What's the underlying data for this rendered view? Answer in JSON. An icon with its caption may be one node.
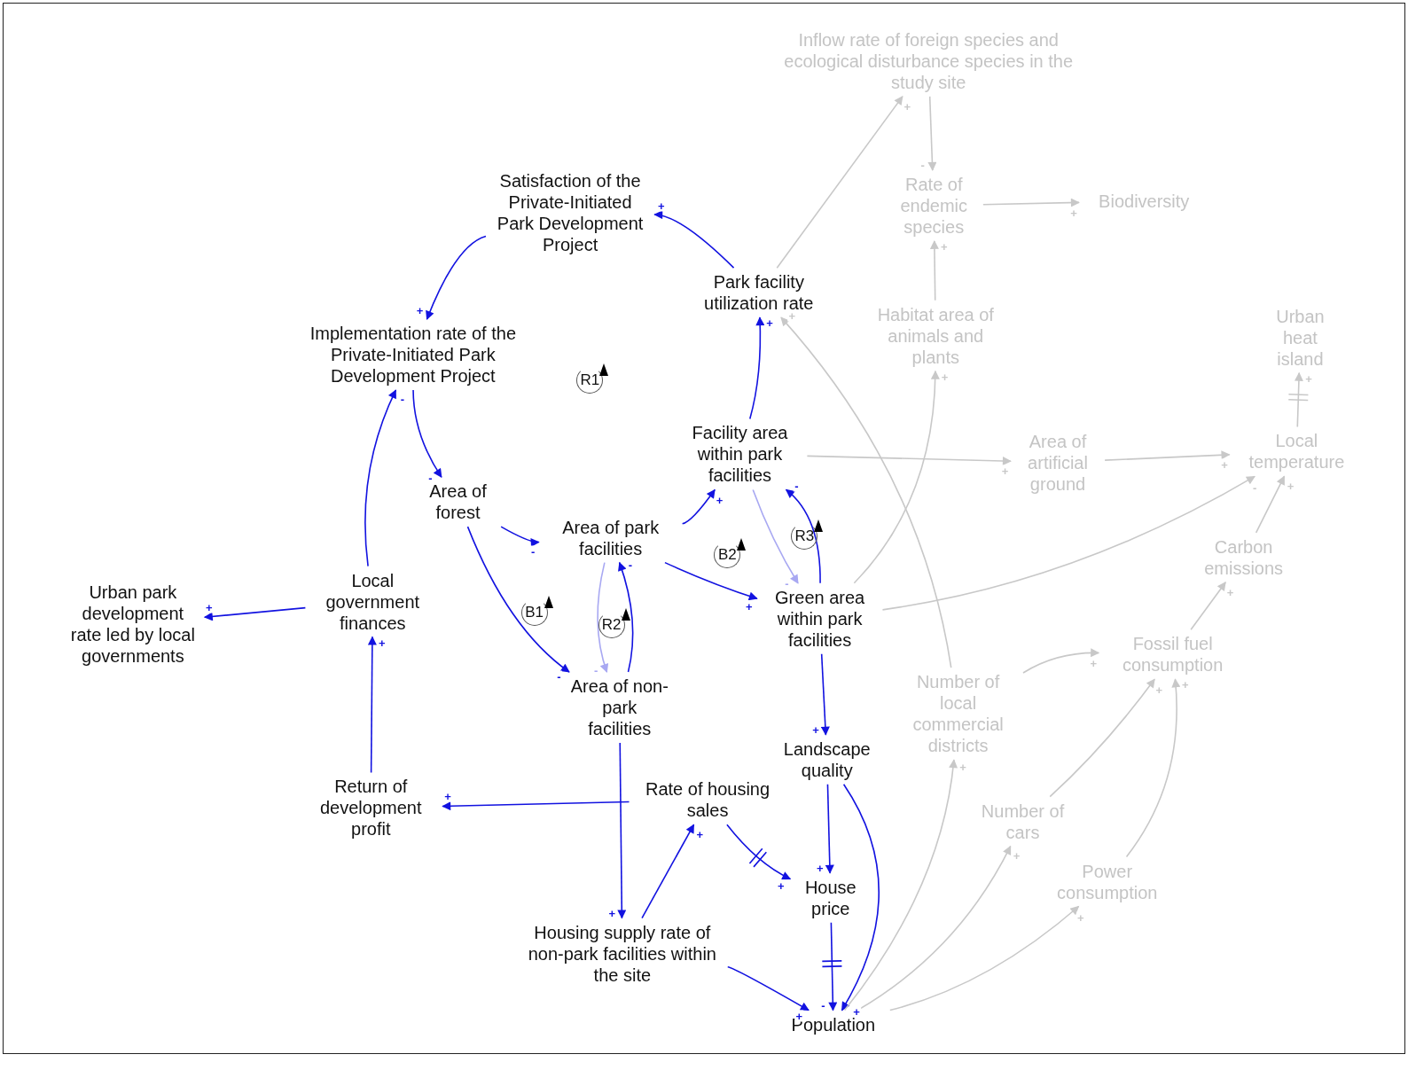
{
  "diagram": {
    "nodes": [
      {
        "text": [
          "Satisfaction of the Private-Initiated Park Development Project"
        ]
      },
      {
        "text": [
          "Implementation rate of the Private-Initiated Park Development Project"
        ]
      },
      {
        "text": [
          "Area of forest"
        ]
      },
      {
        "text": [
          "Area of park facilities"
        ]
      },
      {
        "text": [
          "Area of non-park facilities"
        ]
      },
      {
        "text": [
          "Local government finances"
        ]
      },
      {
        "text": [
          "Urban park development rate led by local governments"
        ]
      },
      {
        "text": [
          "Return of development profit"
        ]
      },
      {
        "text": [
          "Rate of housing sales"
        ]
      },
      {
        "text": [
          "Housing supply rate of non-park facilities within the site"
        ]
      },
      {
        "text": [
          "Park facility utilization rate"
        ]
      },
      {
        "text": [
          "Facility area within park facilities"
        ]
      },
      {
        "text": [
          "Green area within park facilities"
        ]
      },
      {
        "text": [
          "Landscape quality"
        ]
      },
      {
        "text": [
          "House price"
        ]
      },
      {
        "text": [
          "Population"
        ]
      },
      {
        "text": [
          "Inflow rate of foreign species and ecological disturbance species in the study site"
        ]
      },
      {
        "text": [
          "Rate of endemic species"
        ]
      },
      {
        "text": [
          "Biodiversity"
        ]
      },
      {
        "text": [
          "Habitat area of animals and plants"
        ]
      },
      {
        "text": [
          "Urban heat island"
        ]
      },
      {
        "text": [
          "Area of artificial ground"
        ]
      },
      {
        "text": [
          "Local temperature"
        ]
      },
      {
        "text": [
          "Carbon emissions"
        ]
      },
      {
        "text": [
          "Fossil fuel consumption"
        ]
      },
      {
        "text": [
          "Number of local commercial districts"
        ]
      },
      {
        "text": [
          "Number of cars"
        ]
      },
      {
        "text": [
          "Power consumption"
        ]
      }
    ],
    "edges": [
      {
        "from": 0,
        "to": 1,
        "arrow": "to",
        "label": "+"
      },
      {
        "from": 10,
        "to": 0,
        "arrow": "to",
        "label": "+"
      },
      {
        "from": 11,
        "to": 10,
        "arrow": "to",
        "label": "+"
      },
      {
        "from": 3,
        "to": 11,
        "arrow": "to",
        "label": "+"
      },
      {
        "from": 12,
        "to": 11,
        "arrow": "to",
        "label": "-"
      },
      {
        "from": 11,
        "to": 12,
        "arrow": "to",
        "label": "-",
        "color": "#a8a8f2"
      },
      {
        "from": 1,
        "to": 2,
        "arrow": "to",
        "label": "-"
      },
      {
        "from": 5,
        "to": 1,
        "arrow": "to",
        "label": "-"
      },
      {
        "from": 2,
        "to": 3,
        "arrow": "to",
        "label": "-"
      },
      {
        "from": 2,
        "to": 4,
        "arrow": "to",
        "label": "-"
      },
      {
        "from": 3,
        "to": 4,
        "arrow": "to",
        "label": "-",
        "color": "#a8a8f2"
      },
      {
        "from": 4,
        "to": 3,
        "arrow": "to",
        "label": "-"
      },
      {
        "from": 3,
        "to": 12,
        "arrow": "to",
        "label": "+"
      },
      {
        "from": 5,
        "to": 6,
        "arrow": "to",
        "label": "+"
      },
      {
        "from": 7,
        "to": 5,
        "arrow": "to",
        "label": "+"
      },
      {
        "from": 8,
        "to": 7,
        "arrow": "to",
        "label": "+"
      },
      {
        "from": 4,
        "to": 9,
        "arrow": "to",
        "label": "+"
      },
      {
        "from": 9,
        "to": 8,
        "arrow": "to",
        "label": "+"
      },
      {
        "from": 8,
        "to": 14,
        "arrow": "to",
        "label": "+"
      },
      {
        "from": 12,
        "to": 13,
        "arrow": "to",
        "label": "+"
      },
      {
        "from": 13,
        "to": 14,
        "arrow": "to",
        "label": "+"
      },
      {
        "from": 13,
        "to": 15,
        "arrow": "to",
        "label": "+"
      },
      {
        "from": 14,
        "to": 15,
        "arrow": "to",
        "label": "-"
      },
      {
        "from": 9,
        "to": 15,
        "arrow": "to",
        "label": "+"
      },
      {
        "from": 10,
        "to": 16,
        "arrow": "to",
        "label": "+",
        "color": "#c8c8c8"
      },
      {
        "from": 16,
        "to": 17,
        "arrow": "to",
        "label": "-",
        "color": "#c8c8c8"
      },
      {
        "from": 17,
        "to": 18,
        "arrow": "to",
        "label": "+",
        "color": "#c8c8c8"
      },
      {
        "from": 19,
        "to": 17,
        "arrow": "to",
        "label": "+",
        "color": "#c8c8c8"
      },
      {
        "from": 12,
        "to": 19,
        "arrow": "to",
        "label": "+",
        "color": "#c8c8c8"
      },
      {
        "from": 25,
        "to": 10,
        "arrow": "to",
        "label": "+",
        "color": "#c8c8c8"
      },
      {
        "from": 11,
        "to": 21,
        "arrow": "to",
        "label": "+",
        "color": "#c8c8c8"
      },
      {
        "from": 21,
        "to": 22,
        "arrow": "to",
        "label": "+",
        "color": "#c8c8c8"
      },
      {
        "from": 12,
        "to": 22,
        "arrow": "to",
        "label": "-",
        "color": "#c8c8c8"
      },
      {
        "from": 23,
        "to": 22,
        "arrow": "to",
        "label": "+",
        "color": "#c8c8c8"
      },
      {
        "from": 22,
        "to": 20,
        "arrow": "to",
        "label": "+",
        "color": "#c8c8c8"
      },
      {
        "from": 24,
        "to": 23,
        "arrow": "to",
        "label": "+",
        "color": "#c8c8c8"
      },
      {
        "from": 25,
        "to": 24,
        "arrow": "to",
        "label": "+",
        "color": "#c8c8c8"
      },
      {
        "from": 26,
        "to": 24,
        "arrow": "to",
        "label": "+",
        "color": "#c8c8c8"
      },
      {
        "from": 27,
        "to": 24,
        "arrow": "to",
        "label": "+",
        "color": "#c8c8c8"
      },
      {
        "from": 15,
        "to": 25,
        "arrow": "to",
        "label": "+",
        "color": "#c8c8c8"
      },
      {
        "from": 15,
        "to": 26,
        "arrow": "to",
        "label": "+",
        "color": "#c8c8c8"
      },
      {
        "from": 15,
        "to": 27,
        "arrow": "to",
        "label": "+",
        "color": "#c8c8c8"
      }
    ],
    "labels": [
      "R1",
      "R3",
      "B2",
      "B1",
      "R2"
    ]
  }
}
